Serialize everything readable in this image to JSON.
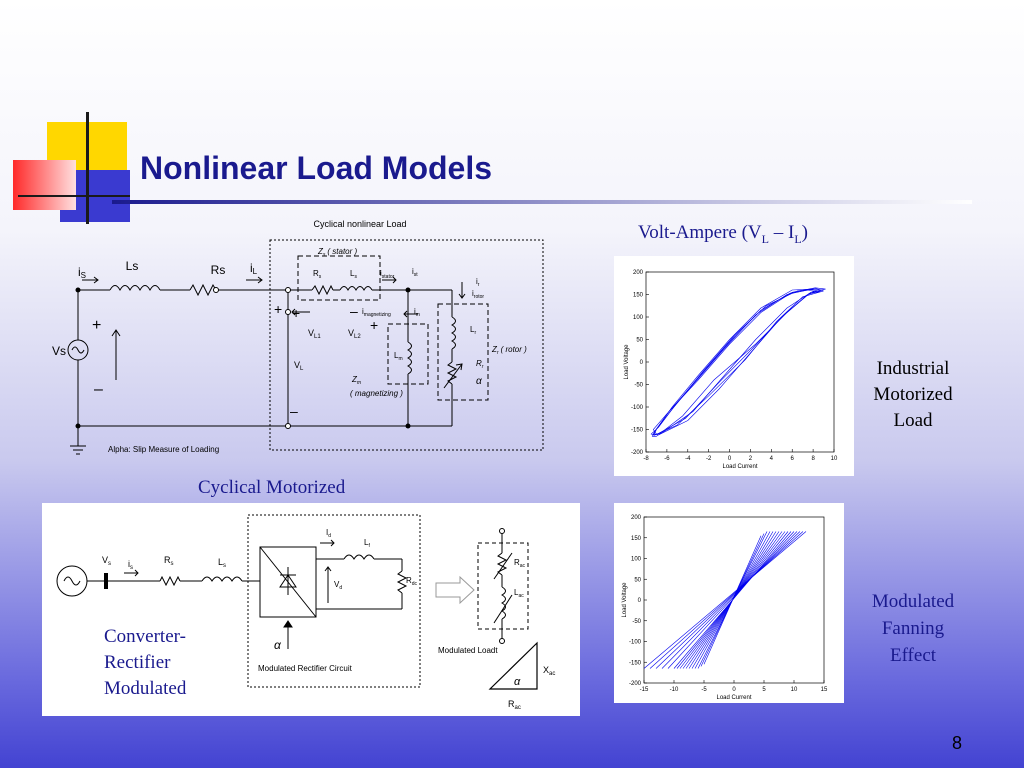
{
  "title": "Nonlinear Load Models",
  "page_number": "8",
  "colors": {
    "title": "#1a1a8e",
    "deco_yellow": "#ffd700",
    "deco_red": "#ff3333",
    "deco_blue": "#3333cc",
    "plot_line": "#0000ee"
  },
  "circuit1": {
    "caption": "Cyclical nonlinear Load",
    "vs": "Vs",
    "ls": "Ls",
    "rs": "Rs",
    "is": "i",
    "is_sub": "S",
    "il": "i",
    "il_sub": "L",
    "plus": "+",
    "minus": "–",
    "vl1": "V",
    "vl1_sub": "L1",
    "vl2": "V",
    "vl2_sub": "L2",
    "vl": "V",
    "vl_sub": "L",
    "zs_stator": "Z",
    "zs_stator_sub": "s",
    "zs_stator_tail": "( stator )",
    "rs_small": "R",
    "rs_small_sub": "s",
    "ls_small": "L",
    "ls_small_sub": "s",
    "istator": "i",
    "istator_sub": "stator",
    "ist": "i",
    "ist_sub": "st",
    "imag": "i",
    "imag_sub": "magnetizing",
    "im": "i",
    "im_sub": "m",
    "lm": "L",
    "lm_sub": "m",
    "zm": "Z",
    "zm_sub": "m",
    "zm_tail": "( magnetizing )",
    "ir": "i",
    "ir_sub": "r",
    "irotor": "i",
    "irotor_sub": "rotor",
    "lr": "L",
    "lr_sub": "r",
    "zr": "Z",
    "zr_sub": "r",
    "zr_tail": "( rotor )",
    "rr": "R",
    "rr_sub": "r",
    "alpha": "α",
    "note": "Alpha: Slip Measure of Loading",
    "subcaption": "Cyclical Motorized"
  },
  "circuit2": {
    "vs": "V",
    "vs_sub": "s",
    "is": "i",
    "is_sub": "s",
    "rs": "R",
    "rs_sub": "s",
    "ls": "L",
    "ls_sub": "s",
    "id": "I",
    "id_sub": "d",
    "lf": "L",
    "lf_sub": "f",
    "vd": "V",
    "vd_sub": "d",
    "rdc": "R",
    "rdc_sub": "dc",
    "alpha": "α",
    "box_label": "Modulated Rectifier Circuit",
    "rac": "R",
    "rac_sub": "ac",
    "lac": "L",
    "lac_sub": "ac",
    "load_label": "Modulated Loadt",
    "xac": "X",
    "xac_sub": "ac",
    "rac2": "R",
    "rac2_sub": "ac",
    "alpha2": "α",
    "label_lines": [
      "Converter-",
      "Rectifier",
      "Modulated"
    ]
  },
  "plot1_heading": {
    "prefix": "Volt-Ampere (V",
    "sub_l": "L",
    "mid": " – I",
    "sub_l2": "L",
    "suffix": ")"
  },
  "side1": [
    "Industrial",
    "Motorized",
    "Load"
  ],
  "side2": [
    "Modulated",
    "Fanning",
    "Effect"
  ],
  "chart_data": [
    {
      "type": "line",
      "xlabel": "Load Current",
      "ylabel": "Load Voltage",
      "xlim": [
        -8,
        10
      ],
      "ylim": [
        -200,
        200
      ],
      "xticks": [
        -8,
        -6,
        -4,
        -2,
        0,
        2,
        4,
        6,
        8,
        10
      ],
      "yticks": [
        200,
        150,
        100,
        50,
        0,
        -50,
        -100,
        -150,
        -200
      ],
      "grid": false,
      "series": [
        {
          "x": [
            8.9,
            8.0,
            6.0,
            3.0,
            0.0,
            -3.0,
            -5.5,
            -7.0,
            -7.2,
            -6.8,
            -4.0,
            -1.0,
            2.0,
            5.0,
            7.5,
            8.9
          ],
          "y": [
            160,
            162,
            160,
            120,
            50,
            -30,
            -100,
            -150,
            -160,
            -162,
            -130,
            -60,
            20,
            100,
            150,
            160
          ]
        },
        {
          "x": [
            9.2,
            8.2,
            6.0,
            3.0,
            0.0,
            -3.0,
            -5.8,
            -7.2,
            -7.4,
            -7.0,
            -4.5,
            -1.5,
            2.5,
            5.5,
            7.8,
            9.2
          ],
          "y": [
            162,
            165,
            155,
            110,
            40,
            -40,
            -110,
            -155,
            -165,
            -165,
            -120,
            -40,
            40,
            110,
            155,
            162
          ]
        },
        {
          "x": [
            8.5,
            7.5,
            5.5,
            2.5,
            -0.5,
            -3.5,
            -6.0,
            -7.3,
            -7.0,
            -6.5,
            -3.5,
            -0.5,
            2.5,
            5.5,
            7.8,
            8.5
          ],
          "y": [
            155,
            160,
            150,
            105,
            30,
            -50,
            -115,
            -150,
            -160,
            -158,
            -110,
            -30,
            50,
            120,
            155,
            155
          ]
        },
        {
          "x": [
            9.0,
            8.3,
            6.5,
            3.5,
            0.5,
            -2.5,
            -5.0,
            -6.8,
            -7.5,
            -7.2,
            -5.0,
            -2.0,
            1.5,
            4.5,
            7.0,
            9.0
          ],
          "y": [
            158,
            163,
            158,
            125,
            60,
            -20,
            -90,
            -145,
            -160,
            -163,
            -140,
            -75,
            5,
            90,
            145,
            158
          ]
        },
        {
          "x": [
            8.7,
            7.8,
            5.8,
            3.0,
            0.0,
            -3.0,
            -5.5,
            -7.1,
            -7.3,
            -6.9,
            -4.2,
            -1.2,
            2.2,
            5.2,
            7.6,
            8.7
          ],
          "y": [
            157,
            161,
            153,
            115,
            45,
            -35,
            -105,
            -152,
            -162,
            -160,
            -125,
            -50,
            30,
            105,
            152,
            157
          ]
        }
      ]
    },
    {
      "type": "line",
      "xlabel": "Load Current",
      "ylabel": "Load Voltage",
      "xlim": [
        -15,
        15
      ],
      "ylim": [
        -200,
        200
      ],
      "xticks": [
        -15,
        -10,
        -5,
        0,
        5,
        10,
        15
      ],
      "yticks": [
        200,
        150,
        100,
        50,
        0,
        -50,
        -100,
        -150,
        -200
      ],
      "grid": false,
      "series": [
        {
          "x": [
            -15,
            12
          ],
          "y": [
            -165,
            165
          ]
        },
        {
          "x": [
            -14,
            11.5
          ],
          "y": [
            -165,
            165
          ]
        },
        {
          "x": [
            -13,
            11
          ],
          "y": [
            -165,
            165
          ]
        },
        {
          "x": [
            -12,
            10.5
          ],
          "y": [
            -165,
            165
          ]
        },
        {
          "x": [
            -11,
            10
          ],
          "y": [
            -165,
            165
          ]
        },
        {
          "x": [
            -10,
            9.5
          ],
          "y": [
            -165,
            165
          ]
        },
        {
          "x": [
            -9.5,
            9
          ],
          "y": [
            -165,
            165
          ]
        },
        {
          "x": [
            -9,
            8.5
          ],
          "y": [
            -165,
            165
          ]
        },
        {
          "x": [
            -8.5,
            8
          ],
          "y": [
            -165,
            165
          ]
        },
        {
          "x": [
            -8,
            7.5
          ],
          "y": [
            -165,
            165
          ]
        },
        {
          "x": [
            -7.5,
            7
          ],
          "y": [
            -165,
            165
          ]
        },
        {
          "x": [
            -7,
            6.5
          ],
          "y": [
            -165,
            165
          ]
        },
        {
          "x": [
            -6.5,
            6
          ],
          "y": [
            -165,
            165
          ]
        },
        {
          "x": [
            -6,
            5.5
          ],
          "y": [
            -165,
            165
          ]
        },
        {
          "x": [
            -5.5,
            5
          ],
          "y": [
            -160,
            160
          ]
        },
        {
          "x": [
            -5,
            4.5
          ],
          "y": [
            -155,
            155
          ]
        }
      ]
    }
  ]
}
